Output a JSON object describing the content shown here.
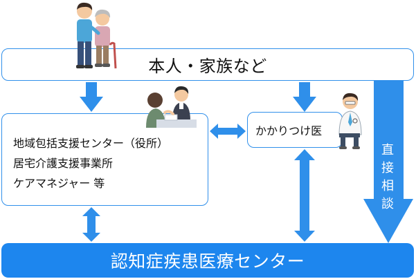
{
  "top_box": {
    "label": "本人・家族など"
  },
  "left_box": {
    "lines": [
      "地域包括支援センター（役所）",
      "居宅介護支援事業所",
      "ケアマネジャー 等"
    ]
  },
  "right_box": {
    "label": "かかりつけ医"
  },
  "bottom_box": {
    "label": "認知症疾患医療センター"
  },
  "side_label": {
    "chars": [
      "直",
      "接",
      "相",
      "談"
    ]
  },
  "colors": {
    "accent": "#1d86ee",
    "arrow": "#2f8fea",
    "border": "#2f8fea"
  }
}
